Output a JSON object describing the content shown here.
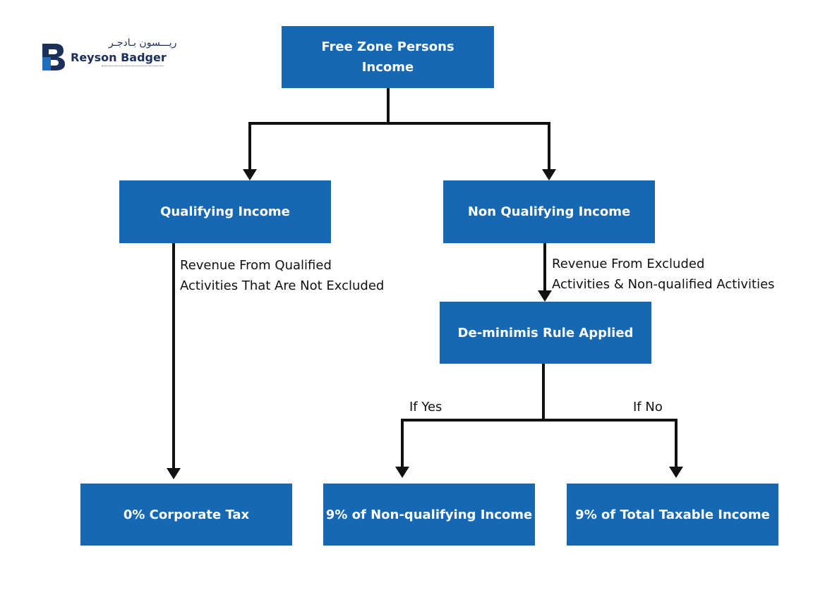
{
  "brand": {
    "arabic_name": "ريـــسون بـادجـر",
    "name": "Reyson Badger",
    "colors": {
      "navy": "#1b2f5b",
      "blue": "#1f6fc0"
    }
  },
  "diagram": {
    "box_color": "#1668b3",
    "nodes": {
      "root": {
        "line1": "Free Zone Persons",
        "line2": "Income"
      },
      "qualifying": "Qualifying Income",
      "non_qualifying": "Non Qualifying Income",
      "deminimis": "De-minimis Rule Applied",
      "zero_tax": "0% Corporate Tax",
      "nine_nonq": "9% of Non-qualifying Income",
      "nine_total": "9% of Total Taxable Income"
    },
    "edge_labels": {
      "qualified_revenue": {
        "line1": "Revenue From Qualified",
        "line2": "Activities That Are Not Excluded"
      },
      "excluded_revenue": {
        "line1": "Revenue From Excluded",
        "line2": "Activities & Non-qualified Activities"
      },
      "if_yes": "If Yes",
      "if_no": "If No"
    }
  }
}
